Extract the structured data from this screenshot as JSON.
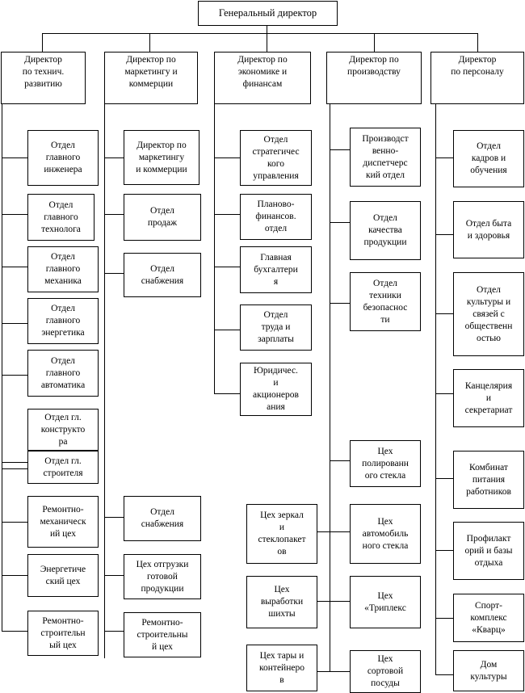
{
  "diagram": {
    "ceo": "Генеральный директор",
    "directors": {
      "tech": "Директор\nпо технич.\nразвитию",
      "marketing": "Директор по\nмаркетингу и\nкоммерции",
      "economics": "Директор по\nэкономике и\nфинансам",
      "production": "Директор по\nпроизводству",
      "personnel": "Директор\nпо персоналу"
    },
    "tech_units": {
      "chief_engineer": "Отдел\nглавного\nинженера",
      "chief_technologist": "Отдел\nглавного\nтехнолога",
      "chief_mechanic": "Отдел\nглавного\nмеханика",
      "chief_power": "Отдел\nглавного\nэнергетика",
      "chief_automation": "Отдел\nглавного\nавтоматика",
      "chief_designer": "Отдел гл.\nконструкто\nра",
      "chief_builder": "Отдел гл.\nстроителя",
      "repair_mech": "Ремонтно-\nмеханическ\nий цех",
      "power_shop": "Энергетиче\nский цех",
      "repair_build": "Ремонтно-\nстроительн\nый цех"
    },
    "marketing_units": {
      "director": "Директор по\nмаркетингу\nи коммерции",
      "sales": "Отдел\nпродаж",
      "supply": "Отдел\nснабжения",
      "supply2": "Отдел\nснабжения",
      "shipping": "Цех отгрузки\nготовой\nпродукции",
      "repair_build": "Ремонтно-\nстроительны\nй цех"
    },
    "economics_units": {
      "strategic": "Отдел\nстратегичес\nкого\nуправления",
      "planning": "Планово-\nфинансов.\nотдел",
      "accounting": "Главная\nбухгалтери\nя",
      "labor": "Отдел\nтруда и\nзарплаты",
      "legal": "Юридичес.\nи\nакционеров\nания"
    },
    "production_units": {
      "dispatch": "Производст\nвенно-\nдиспетчерс\nкий отдел",
      "quality": "Отдел\nкачества\nпродукции",
      "safety": "Отдел\nтехники\nбезопаснос\nти",
      "polished": "Цех\nполированн\nого стекла",
      "auto_glass": "Цех\nавтомобиль\nного стекла",
      "triplex": "Цех\n«Триплекс",
      "sorted": "Цех\nсортовой\nпосуды"
    },
    "production_side_units": {
      "mirrors": "Цех зеркал\nи\nстеклопакет\nов",
      "batch": "Цех\nвыработки\nшихты",
      "containers": "Цех тары и\nконтейнеро\nв"
    },
    "personnel_units": {
      "hr": "Отдел\nкадров и\nобучения",
      "welfare": "Отдел быта\nи здоровья",
      "culture": "Отдел\nкультуры и\nсвязей с\nобщественн\nостью",
      "office": "Канцелярия\nи\nсекретариат",
      "catering": "Комбинат\nпитания\nработников",
      "sanatorium": "Профилакт\nорий и базы\nотдыха",
      "sport": "Спорт-\nкомплекс\n«Кварц»",
      "house": "Дом\nкультуры"
    }
  }
}
